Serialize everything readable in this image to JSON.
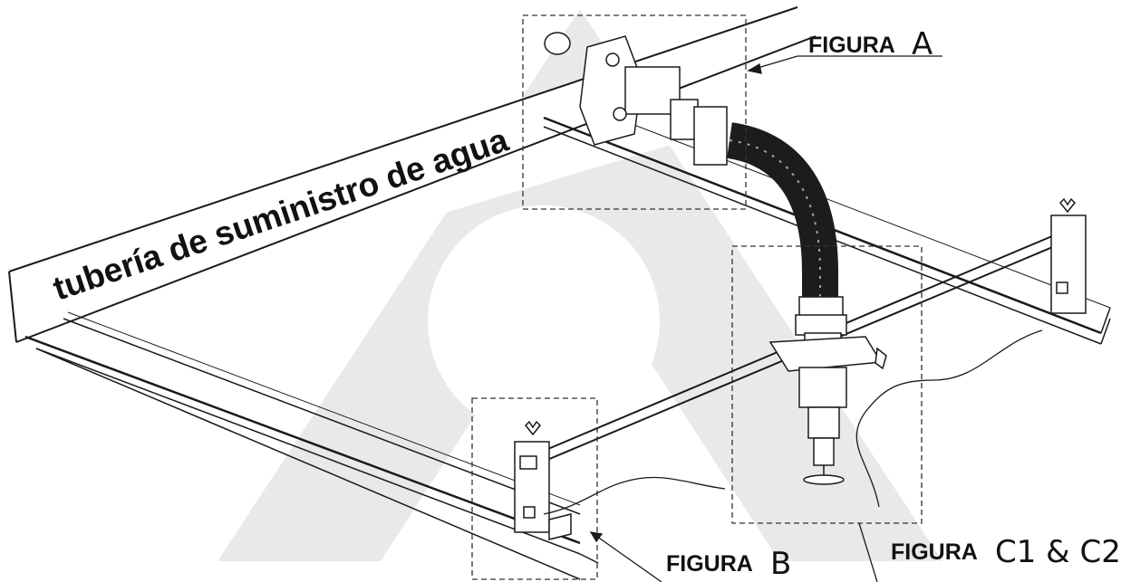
{
  "pipe_label": "tubería de suministro de agua",
  "figures": {
    "a": {
      "prefix": "FIGURA",
      "id": "A"
    },
    "b": {
      "prefix": "FIGURA",
      "id": "B"
    },
    "c": {
      "prefix": "FIGURA",
      "id": "C1 & C2"
    }
  },
  "colors": {
    "ink": "#1a1a1a",
    "watermark": "#e9e9e9",
    "hose": "#1c1c1c"
  }
}
